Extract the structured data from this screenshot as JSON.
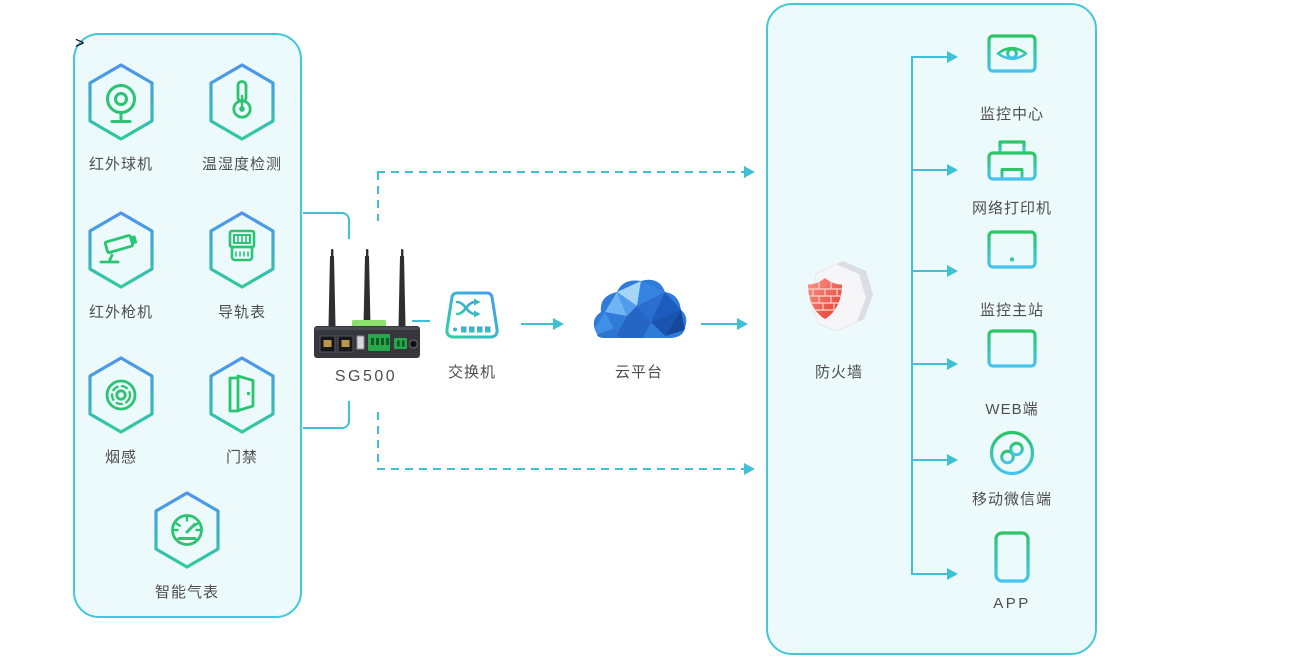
{
  "left_panel": {
    "items": [
      {
        "label": "红外球机",
        "icon": "dome-camera"
      },
      {
        "label": "温湿度检测",
        "icon": "thermometer"
      },
      {
        "label": "红外枪机",
        "icon": "bullet-camera"
      },
      {
        "label": "导轨表",
        "icon": "din-rail-meter"
      },
      {
        "label": "烟感",
        "icon": "smoke-detector"
      },
      {
        "label": "门禁",
        "icon": "door-access"
      },
      {
        "label": "智能气表",
        "icon": "gas-meter"
      }
    ]
  },
  "middle": {
    "router_label": "SG500",
    "switch_label": "交换机",
    "cloud_label": "云平台"
  },
  "right_panel": {
    "firewall_label": "防火墙",
    "items": [
      {
        "label": "监控中心",
        "icon": "monitor-eye"
      },
      {
        "label": "网络打印机",
        "icon": "printer"
      },
      {
        "label": "监控主站",
        "icon": "monitor-alert"
      },
      {
        "label": "WEB端",
        "icon": "monitor"
      },
      {
        "label": "移动微信端",
        "icon": "wechat-circle"
      },
      {
        "label": "APP",
        "icon": "smartphone"
      }
    ]
  },
  "colors": {
    "connector_line": "#3fc0d4",
    "panel_border": "#43c8da",
    "panel_background": "#edfafb",
    "hex_gradient_top": "#4e93f1",
    "hex_gradient_bottom": "#2fcb9e",
    "left_icon_green": "#2bc473",
    "right_icon_gradient_top": "#2bc565",
    "right_icon_gradient_bottom": "#45c4f0",
    "cloud_blue": "#2e7bd8",
    "firewall_red": "#e8443a"
  }
}
